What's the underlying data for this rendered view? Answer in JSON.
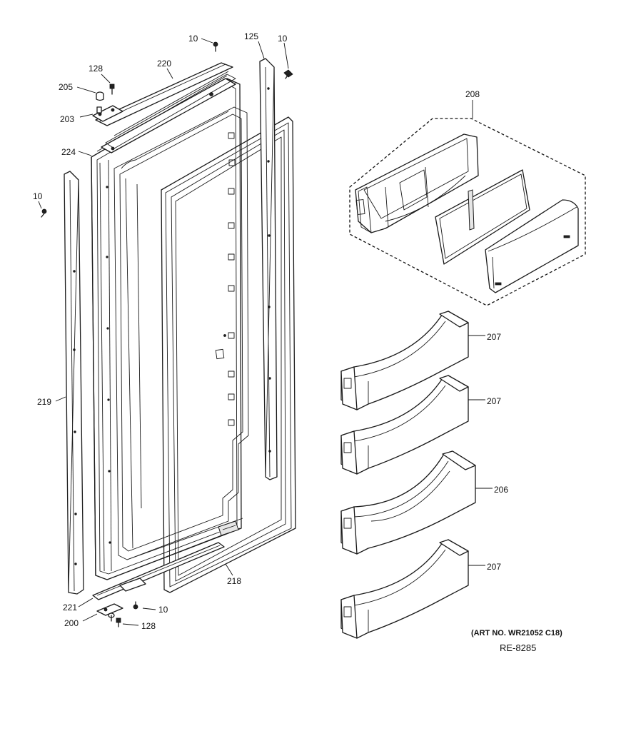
{
  "callouts": {
    "screw_top_left": "10",
    "strip_top_right": "125",
    "screw_top_right": "10",
    "bracket_top": "220",
    "screw_128_top": "128",
    "bushing_205": "205",
    "hinge_203": "203",
    "door_224": "224",
    "screw_left": "10",
    "bin_208": "208",
    "bin_207_1": "207",
    "bin_207_2": "207",
    "bin_206": "206",
    "bin_207_3": "207",
    "trim_219": "219",
    "gasket_218": "218",
    "bracket_221": "221",
    "screw_bottom": "10",
    "hinge_200": "200",
    "screw_128_bottom": "128"
  },
  "footer": {
    "art_no": "(ART NO. WR21052 C18)",
    "ref_no": "RE-8285"
  }
}
